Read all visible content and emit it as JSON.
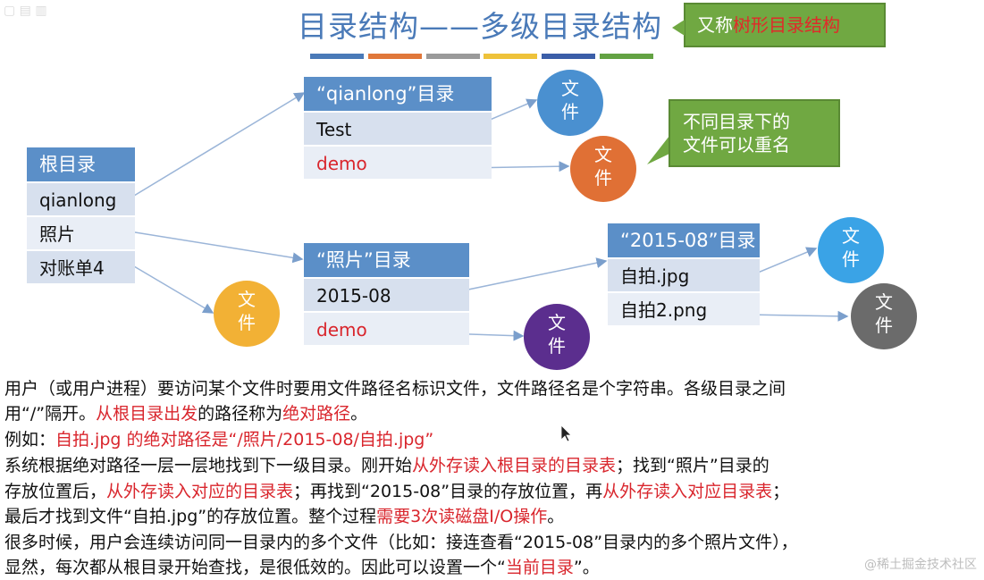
{
  "title": "目录结构——多级目录结构",
  "stripe_colors": [
    "#4a7ab8",
    "#e0773a",
    "#9a9a9a",
    "#eec23a",
    "#3b5ea8",
    "#63a243"
  ],
  "callout_top": {
    "prefix": "又称",
    "highlight": "树形目录结构"
  },
  "callout_mid": {
    "line1": "不同目录下的",
    "line2": "文件可以重名"
  },
  "root_table": {
    "header": "根目录",
    "rows": [
      "qianlong",
      "照片",
      "对账单4"
    ]
  },
  "qianlong_table": {
    "header": "“qianlong”目录",
    "rows": [
      "Test",
      "demo"
    ]
  },
  "photo_table": {
    "header": "“照片”目录",
    "rows": [
      "2015-08",
      "demo"
    ]
  },
  "date_table": {
    "header": "“2015-08”目录",
    "rows": [
      "自拍.jpg",
      "自拍2.png"
    ]
  },
  "file_label": "文件",
  "circle_colors": {
    "blue": "#4a90d0",
    "orange": "#e07035",
    "yellow": "#f2b135",
    "purple": "#5b2e8e",
    "skyblue": "#3aa3e6",
    "gray": "#6b6b6b"
  },
  "text": {
    "p1a": "用户（或用户进程）要访问某个文件时要用文件路径名标识文件，文件路径名是个字符串。各级目录之间",
    "p1b_1": "用“/”隔开。",
    "p1b_2": "从根目录出发",
    "p1b_3": "的路径称为",
    "p1b_4": "绝对路径",
    "p1b_5": "。",
    "p2_1": "例如：",
    "p2_2": "自拍.jpg 的绝对路径是“/照片/2015-08/自拍.jpg”",
    "p3a_1": "系统根据绝对路径一层一层地找到下一级目录。刚开始",
    "p3a_2": "从外存读入根目录的目录表",
    "p3a_3": "；找到“照片”目录的",
    "p3b_1": "存放位置后，",
    "p3b_2": "从外存读入对应的目录表",
    "p3b_3": "；再找到“2015-08”目录的存放位置，再",
    "p3b_4": "从外存读入对应目录表",
    "p3b_5": "；",
    "p3c_1": "最后才找到文件“自拍.jpg”的存放位置。整个过程",
    "p3c_2": "需要3次读磁盘I/O操作",
    "p3c_3": "。",
    "p4a": "很多时候，用户会连续访问同一目录内的多个文件（比如：接连查看“2015-08”目录内的多个照片文件），",
    "p4b_1": "显然，每次都从根目录开始查找，是很低效的。因此可以设置一个“",
    "p4b_2": "当前目录",
    "p4b_3": "”。"
  },
  "watermark": "@稀土掘金技术社区"
}
